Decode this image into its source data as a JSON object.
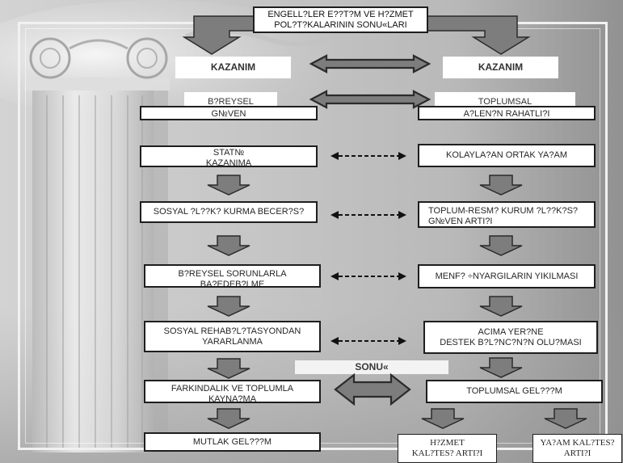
{
  "title": {
    "line1": "ENGELL?LER E??T?M VE H?ZMET",
    "line2": "POL?T?KALARININ SONU«LARI"
  },
  "left": {
    "header": "KAZANIM",
    "label": "B?REYSEL",
    "boxes": [
      [
        "G№VEN"
      ],
      [
        "STAT№",
        "KAZANIMA"
      ],
      [
        "SOSYAL ?L??K? KURMA BECER?S?"
      ],
      [
        "B?REYSEL SORUNLARLA",
        "BA?EDEB?LME"
      ],
      [
        "SOSYAL REHAB?L?TASYONDAN",
        "YARARLANMA"
      ],
      [
        "FARKINDALIK VE TOPLUMLA",
        "KAYNA?MA"
      ],
      [
        "MUTLAK GEL???M"
      ]
    ]
  },
  "right": {
    "header": "KAZANIM",
    "label": "TOPLUMSAL",
    "boxes": [
      [
        "A?LEN?N RAHATLI?I"
      ],
      [
        "KOLAYLA?AN ORTAK YA?AM"
      ],
      [
        "TOPLUM-RESM? KURUM ?L??K?S?",
        "G№VEN ARTI?I"
      ],
      [
        "MENF? ÷NYARGILARIN YIKILMASI"
      ],
      [
        "ACIMA YER?NE",
        "DESTEK B?L?NC?N?N OLU?MASI"
      ],
      [
        "TOPLUMSAL GEL???M"
      ],
      [
        "H?ZMET",
        "KAL?TES? ARTI?I"
      ],
      [
        "YA?AM KAL?TES?",
        "ARTI?I"
      ]
    ]
  },
  "center": {
    "result_label": "SONU«"
  },
  "colors": {
    "box_border": "#1e1e1e",
    "box_text": "#262626",
    "arrow_fill": "#7d7d7d",
    "arrow_outline": "#2b2b2b",
    "dashed_arrow": "#111111"
  }
}
